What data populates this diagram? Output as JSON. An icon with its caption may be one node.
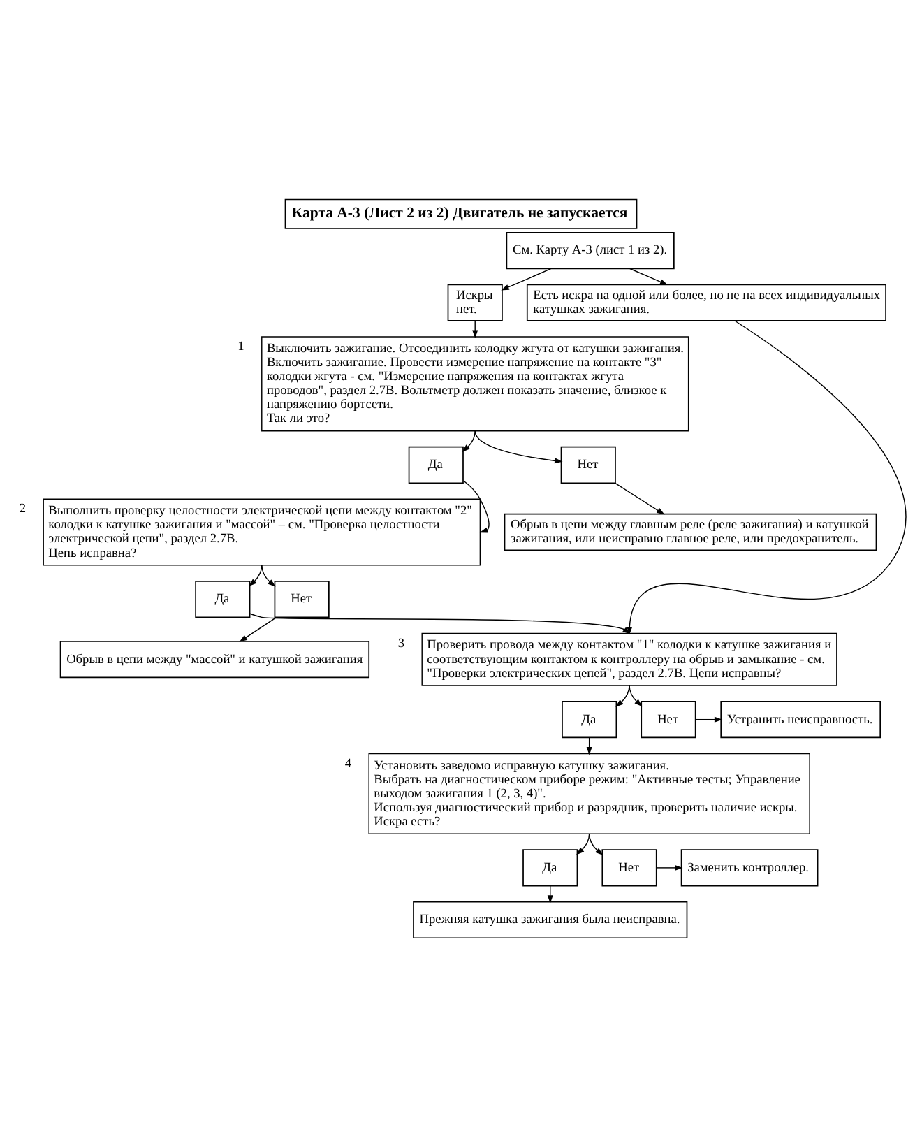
{
  "diagram": {
    "title": "Карта А-3 (Лист 2 из 2) Двигатель не запускается",
    "nodes": [
      {
        "text": [
          "См. Карту А-3 (лист 1 из 2)."
        ]
      },
      {
        "text": [
          "Искры нет."
        ]
      },
      {
        "text": [
          "Есть искра на одной или более, но не на всех индивидуальных катушках зажигания."
        ]
      },
      {
        "text": [
          "Выключить зажигание. Отсоединить колодку жгута от катушки зажигания. Включить зажигание. Провести измерение напряжение на контакте \"3\" колодки жгута - см. \"Измерение напряжения на контактах жгута проводов\", раздел 2.7В. Вольтметр должен показать значение, близкое к напряжению бортсети.",
          "Так ли это?"
        ],
        "beside": [
          "1"
        ]
      },
      {
        "text": [
          "Да"
        ]
      },
      {
        "text": [
          "Нет"
        ]
      },
      {
        "text": [
          "Обрыв в цепи между главным реле (реле зажигания) и катушкой зажигания, или неисправно главное реле, или предохранитель."
        ]
      },
      {
        "text": [
          "Выполнить проверку целостности электрической цепи между контактом \"2\" колодки к катушке зажигания и \"массой\" – см. \"Проверка целостности электрической цепи\", раздел 2.7В.",
          "Цепь исправна?"
        ],
        "beside": [
          "2"
        ]
      },
      {
        "text": [
          "Да"
        ]
      },
      {
        "text": [
          "Нет"
        ]
      },
      {
        "text": [
          "Обрыв в цепи между \"массой\" и катушкой зажигания"
        ]
      },
      {
        "text": [
          "Проверить провода между контактом \"1\" колодки к катушке зажигания и соответствующим контактом к контроллеру на обрыв и замыкание - см. \"Проверки электрических цепей\", раздел 2.7В. Цепи исправны?"
        ],
        "beside": [
          "3"
        ]
      },
      {
        "text": [
          "Да"
        ]
      },
      {
        "text": [
          "Нет"
        ]
      },
      {
        "text": [
          "Устранить неисправность."
        ]
      },
      {
        "text": [
          "Установить заведомо исправную катушку зажигания.",
          "Выбрать на диагностическом приборе режим: \"Активные тесты; Управление выходом зажигания 1 (2, 3, 4)\".",
          "Используя диагностический прибор и разрядник, проверить наличие искры.",
          "Искра есть?"
        ],
        "beside": [
          "4"
        ]
      },
      {
        "text": [
          "Да"
        ]
      },
      {
        "text": [
          "Нет"
        ]
      },
      {
        "text": [
          "Заменить контроллер."
        ]
      },
      {
        "text": [
          "Прежняя катушка зажигания была неисправна."
        ]
      }
    ],
    "edges": [
      {
        "from": 0,
        "to": 1,
        "arrow": "to"
      },
      {
        "from": 0,
        "to": 2,
        "arrow": "to"
      },
      {
        "from": 1,
        "to": 3,
        "arrow": "to"
      },
      {
        "from": 2,
        "to": 11,
        "arrow": "to"
      },
      {
        "from": 3,
        "to": 4,
        "arrow": "to"
      },
      {
        "from": 3,
        "to": 5,
        "arrow": "to"
      },
      {
        "from": 4,
        "to": 7,
        "arrow": "to"
      },
      {
        "from": 5,
        "to": 6,
        "arrow": "to"
      },
      {
        "from": 7,
        "to": 8,
        "arrow": "to"
      },
      {
        "from": 7,
        "to": 9,
        "arrow": "to"
      },
      {
        "from": 8,
        "to": 11,
        "arrow": "to"
      },
      {
        "from": 9,
        "to": 10,
        "arrow": "to"
      },
      {
        "from": 11,
        "to": 12,
        "arrow": "to"
      },
      {
        "from": 11,
        "to": 13,
        "arrow": "to"
      },
      {
        "from": 13,
        "to": 14,
        "arrow": "to"
      },
      {
        "from": 12,
        "to": 15,
        "arrow": "to"
      },
      {
        "from": 15,
        "to": 16,
        "arrow": "to"
      },
      {
        "from": 15,
        "to": 17,
        "arrow": "to"
      },
      {
        "from": 17,
        "to": 18,
        "arrow": "to"
      },
      {
        "from": 16,
        "to": 19,
        "arrow": "to"
      }
    ]
  }
}
